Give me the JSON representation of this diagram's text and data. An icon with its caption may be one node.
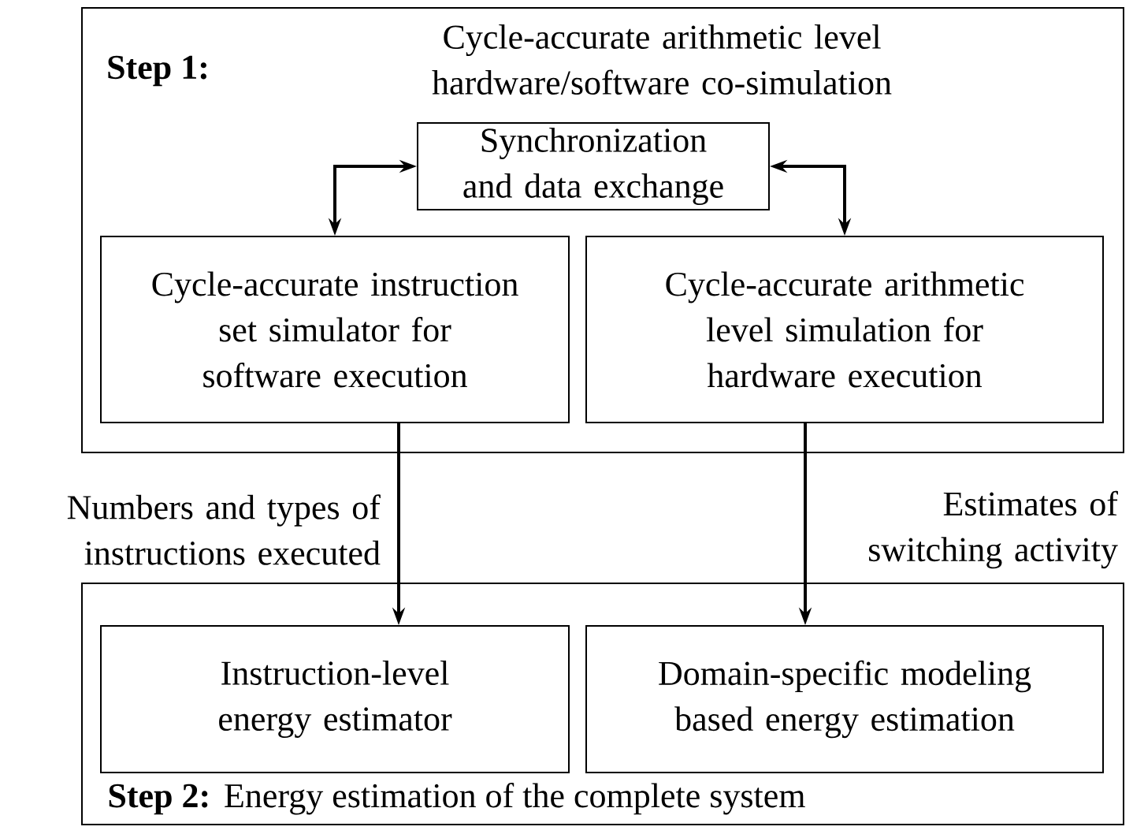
{
  "diagram": {
    "nodes": [
      {
        "text": [
          "Step 1:",
          "Cycle-accurate arithmetic level hardware/software co-simulation"
        ]
      },
      {
        "text": [
          "Synchronization and data exchange"
        ],
        "in": 0
      },
      {
        "text": [
          "Cycle-accurate instruction set simulator for software execution"
        ],
        "in": 0
      },
      {
        "text": [
          "Cycle-accurate arithmetic level simulation for hardware execution"
        ],
        "in": 0
      },
      {
        "text": [
          "Step 2:",
          "Energy estimation of the complete system"
        ]
      },
      {
        "text": [
          "Instruction-level energy estimator"
        ],
        "in": 4
      },
      {
        "text": [
          "Domain-specific modeling based energy estimation"
        ],
        "in": 4
      }
    ],
    "edges": [
      {
        "from": 1,
        "to": 2,
        "arrow": "both"
      },
      {
        "from": 1,
        "to": 3,
        "arrow": "both"
      },
      {
        "from": 2,
        "to": 5,
        "arrow": "to",
        "label": "Numbers and types of instructions executed"
      },
      {
        "from": 3,
        "to": 6,
        "arrow": "to",
        "label": "Estimates of switching activity"
      }
    ]
  }
}
